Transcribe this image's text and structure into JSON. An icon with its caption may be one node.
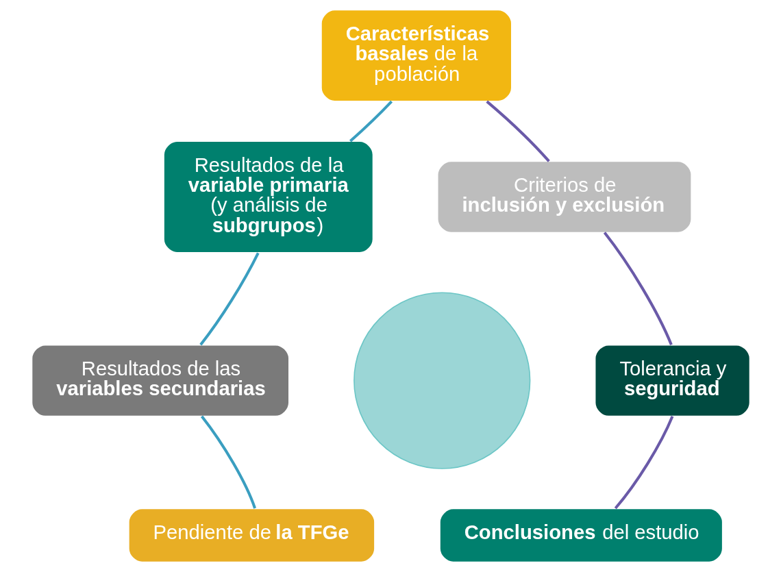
{
  "diagram": {
    "nodes": [
      {
        "text": [
          "**Características basales** de la población"
        ]
      },
      {
        "text": [
          "Criterios de **inclusión y exclusión**"
        ]
      },
      {
        "text": [
          "Resultados de la **variable primaria**",
          "(y análisis de **subgrupos**)"
        ]
      },
      {
        "text": [
          "Resultados de las **variables secundarias**"
        ]
      },
      {
        "text": [
          "Tolerancia y **seguridad**"
        ]
      },
      {
        "text": [
          "Pendiente de **la TFGe**"
        ]
      },
      {
        "text": [
          "**Conclusiones** del estudio"
        ]
      },
      {
        "text": [],
        "shape": "circle"
      }
    ],
    "edges": [
      {
        "from": 0,
        "to": 1,
        "arrow": "none",
        "color": "#6a5aa8"
      },
      {
        "from": 1,
        "to": 4,
        "arrow": "none",
        "color": "#6a5aa8"
      },
      {
        "from": 4,
        "to": 6,
        "arrow": "none",
        "color": "#6a5aa8"
      },
      {
        "from": 5,
        "to": 3,
        "arrow": "none",
        "color": "#3a9ec0"
      },
      {
        "from": 3,
        "to": 2,
        "arrow": "none",
        "color": "#3a9ec0"
      },
      {
        "from": 2,
        "to": 0,
        "arrow": "none",
        "color": "#3a9ec0"
      }
    ]
  }
}
